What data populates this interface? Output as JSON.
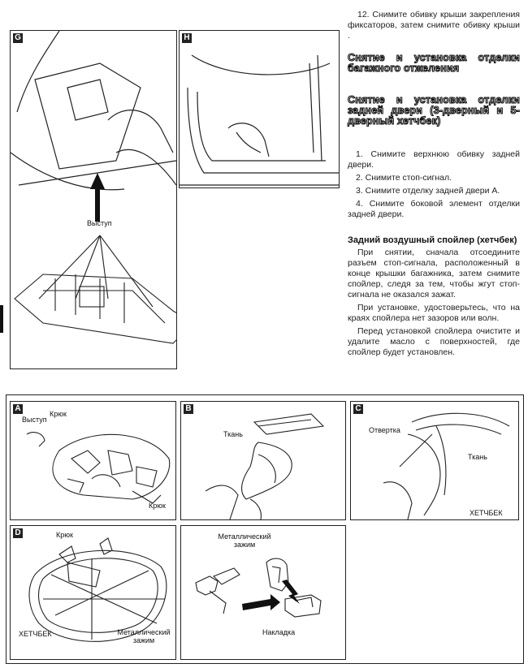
{
  "text_column": {
    "step12": "12. Снимите обивку крыши закрепления фиксаторов, затем снимите обивку крыши .",
    "heading1": "Снятие и установка отделки багажного отжеления",
    "heading2": "Снятие и установка отделки задней двери (3-дверный и 5-дверный хетчбек)",
    "steps": [
      "1. Снимите верхнюю обивку задней двери.",
      "2. Снимите стоп-сигнал.",
      "3. Снимите отделку задней двери А.",
      "4. Снимите боковой элемент отделки задней двери."
    ],
    "subheading": "Задний воздушный спойлер (хетчбек)",
    "paragraphs": [
      "При снятии, сначала отсоедините разъем стоп-сигнала, расположенный в конце крышки багажника, затем снимите спойлер, следя за тем, чтобы жгут стоп-сигнала не оказался зажат.",
      "При установке, удостоверьтесь, что на краях спойлера нет зазоров или волн.",
      "Перед установкой спойлера очистите и удалите масло с поверхностей, где спойлер будет установлен."
    ]
  },
  "figures": {
    "G": {
      "label": "G",
      "callout": "Выступ"
    },
    "H": {
      "label": "H"
    },
    "A": {
      "label": "A",
      "callouts": [
        "Выступ",
        "Крюк",
        "Крюк"
      ]
    },
    "B": {
      "label": "B",
      "callout": "Ткань"
    },
    "C": {
      "label": "C",
      "callouts": [
        "Отвертка",
        "Ткань",
        "ХЕТЧБЕК"
      ]
    },
    "D": {
      "label": "D",
      "callouts": [
        "Крюк",
        "ХЕТЧБЕК",
        "Металлический зажим"
      ]
    },
    "E": {
      "callouts": [
        "Металлический зажим",
        "Накладка"
      ]
    }
  }
}
